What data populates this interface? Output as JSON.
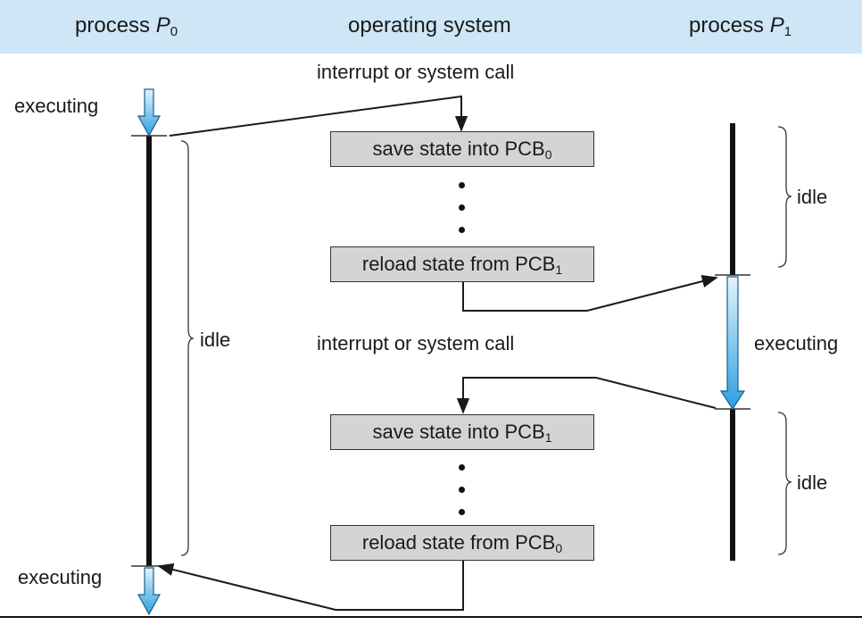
{
  "header": {
    "p0_prefix": "process ",
    "p0_letter": "P",
    "p0_sub": "0",
    "os_label": "operating system",
    "p1_prefix": "process ",
    "p1_letter": "P",
    "p1_sub": "1"
  },
  "labels": {
    "interrupt_1": "interrupt or system call",
    "interrupt_2": "interrupt or system call",
    "p0_executing_top": "executing",
    "p0_idle": "idle",
    "p0_executing_bottom": "executing",
    "p1_idle_top": "idle",
    "p1_executing": "executing",
    "p1_idle_bottom": "idle"
  },
  "boxes": [
    {
      "text": "save state into PCB",
      "sub": "0"
    },
    {
      "text": "reload state from PCB",
      "sub": "1"
    },
    {
      "text": "save state into PCB",
      "sub": "1"
    },
    {
      "text": "reload state from PCB",
      "sub": "0"
    }
  ],
  "colors": {
    "header_bg": "#cfe6f7",
    "box_fill": "#d4d4d4",
    "exec_arrow_top": "#e4f3fd",
    "exec_arrow_bottom": "#2a9fe0",
    "line": "#1a1a1a"
  }
}
